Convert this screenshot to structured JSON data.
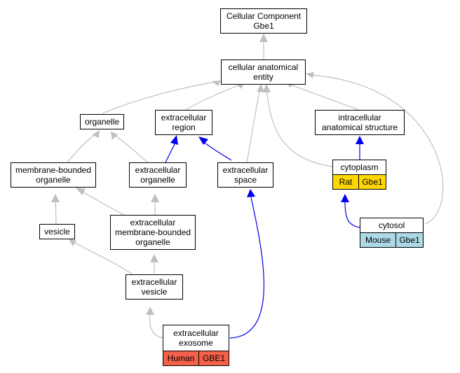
{
  "nodes": {
    "cellular_component": {
      "line1": "Cellular Component",
      "line2": "Gbe1"
    },
    "cellular_anatomical_entity": {
      "line1": "cellular anatomical",
      "line2": "entity"
    },
    "organelle": {
      "line1": "organelle"
    },
    "extracellular_region": {
      "line1": "extracellular",
      "line2": "region"
    },
    "intracellular_anatomical_structure": {
      "line1": "intracellular",
      "line2": "anatomical structure"
    },
    "membrane_bounded_organelle": {
      "line1": "membrane-bounded",
      "line2": "organelle"
    },
    "extracellular_organelle": {
      "line1": "extracellular",
      "line2": "organelle"
    },
    "extracellular_space": {
      "line1": "extracellular",
      "line2": "space"
    },
    "cytoplasm": {
      "line1": "cytoplasm"
    },
    "vesicle": {
      "line1": "vesicle"
    },
    "extracellular_membrane_bounded_organelle": {
      "line1": "extracellular",
      "line2": "membrane-bounded",
      "line3": "organelle"
    },
    "cytosol": {
      "line1": "cytosol"
    },
    "extracellular_vesicle": {
      "line1": "extracellular",
      "line2": "vesicle"
    },
    "extracellular_exosome": {
      "line1": "extracellular",
      "line2": "exosome"
    }
  },
  "annotations": {
    "cytoplasm": {
      "species": "Rat",
      "gene": "Gbe1",
      "color": "#FFD700"
    },
    "cytosol": {
      "species": "Mouse",
      "gene": "Gbe1",
      "color": "#ADD8E6"
    },
    "extracellular_exosome": {
      "species": "Human",
      "gene": "GBE1",
      "color": "#F4604A"
    }
  },
  "edge_colors": {
    "is_a": "#C0C0C0",
    "part_of": "#0000EE"
  }
}
